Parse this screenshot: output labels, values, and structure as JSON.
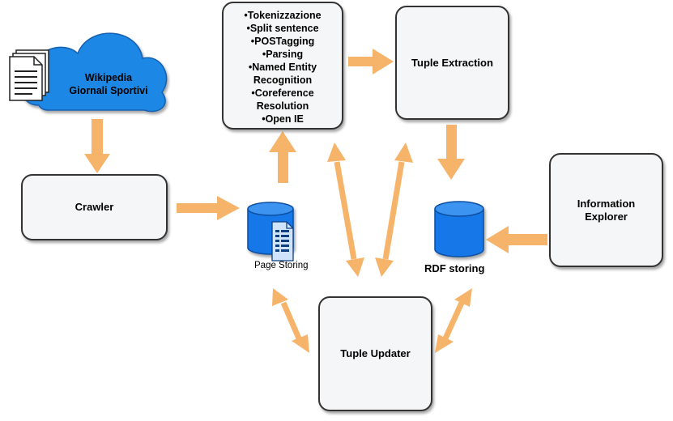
{
  "source": {
    "line1": "Wikipedia",
    "line2": "Giornali Sportivi"
  },
  "crawler": {
    "label": "Crawler"
  },
  "page_storing": {
    "label": "Page Storing"
  },
  "nlp_steps": [
    "•Tokenizzazione",
    "•Split sentence",
    "•POSTagging",
    "•Parsing",
    "•Named Entity",
    "Recognition",
    "•Coreference",
    "Resolution",
    "•Open IE"
  ],
  "tuple_extraction": {
    "label": "Tuple Extraction"
  },
  "rdf_storing": {
    "label": "RDF storing"
  },
  "information_explorer": {
    "label": "Information\nExplorer"
  },
  "tuple_updater": {
    "label": "Tuple Updater"
  },
  "colors": {
    "arrow": "#f6b46a",
    "cloud": "#1d87e4",
    "db": "#1778e8",
    "box_bg": "#f5f6f7",
    "border": "#333333"
  },
  "icons": {
    "document": "document-stack-icon",
    "database": "database-icon"
  }
}
